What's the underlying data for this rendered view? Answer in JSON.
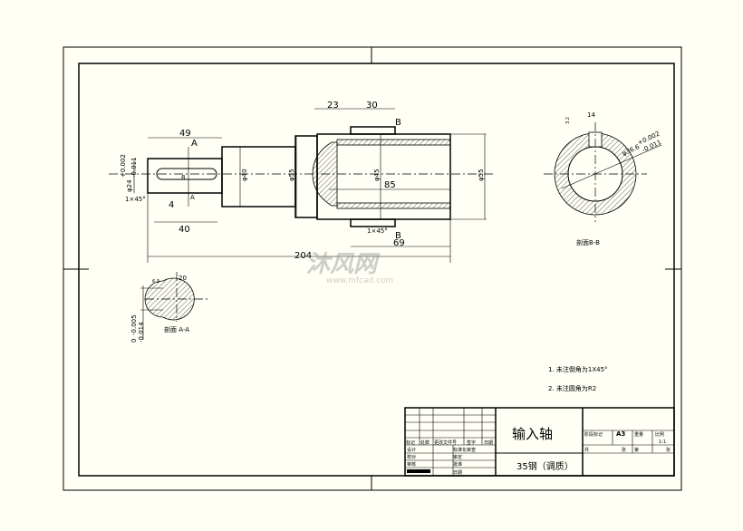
{
  "drawing": {
    "title": "输入轴",
    "material": "35钢（调质）",
    "scale_label": "比例",
    "scale_value": "1:1",
    "mark_label": "阶段标记",
    "mark_value": "A3",
    "weight_label": "重量",
    "total_label": "共",
    "sheet_label": "张",
    "page_label": "第",
    "page_unit": "张",
    "revision_headers": [
      "标记",
      "处数",
      "更改文件号",
      "签字",
      "日期"
    ],
    "signatures": [
      "设计",
      "校对",
      "审核"
    ],
    "approvals": [
      "标准化审查",
      "审定",
      "批准",
      "日期"
    ]
  },
  "dimensions": {
    "d49": "49",
    "d40": "40",
    "d4": "4",
    "d204": "204",
    "d23": "23",
    "d30": "30",
    "d69": "69",
    "d85": "85",
    "dia40": "φ40",
    "dia55a": "φ55",
    "dia45": "φ45",
    "dia55b": "φ55",
    "dia24": "φ24",
    "tol24_up": "+0.002",
    "tol24_dn": "-0.011",
    "key8": "8",
    "chamfer1": "1×45°",
    "chamfer2": "1×45°",
    "secA": "A",
    "secA2": "A",
    "secB": "B",
    "secB2": "B",
    "b14": "14",
    "dia36": "φ36.6",
    "tol36_up": "+0.002",
    "tol36_dn": "-0.011",
    "a20": "20",
    "a_up": "-0.005",
    "a_dn": "-0.014",
    "a_base": "0",
    "rough1": "3.2",
    "rough2": "6.3"
  },
  "section_labels": {
    "aa": "剖面 A-A",
    "bb": "剖面B-B"
  },
  "notes": [
    "1. 未注倒角为1X45°",
    "2. 未注圆角为R2"
  ],
  "watermark": {
    "brand": "沐风网",
    "url": "www.mfcad.com"
  }
}
